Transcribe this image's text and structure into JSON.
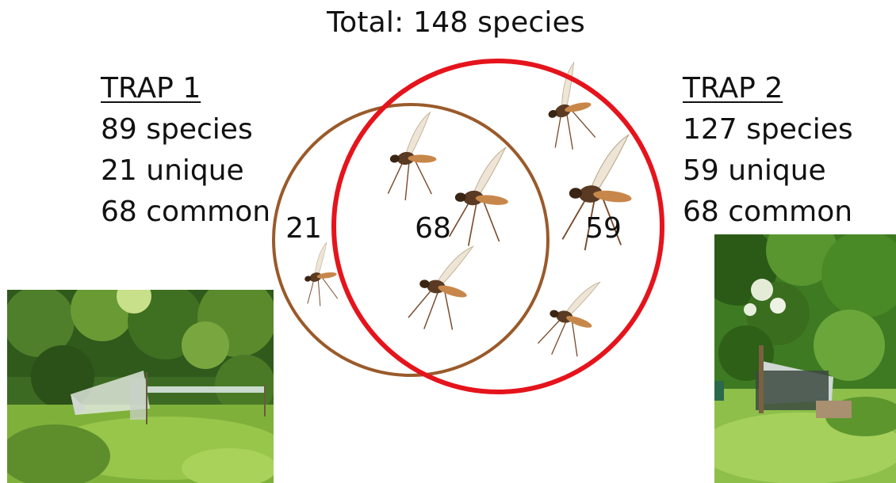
{
  "title": "Total: 148 species",
  "trap1": {
    "heading": "TRAP 1",
    "species": "89 species",
    "unique": "21 unique",
    "common": "68 common"
  },
  "trap2": {
    "heading": "TRAP 2",
    "species": "127 species",
    "unique": "59 unique",
    "common": "68 common"
  },
  "venn": {
    "only_trap1": "21",
    "shared": "68",
    "only_trap2": "59",
    "trap1_color": "#9a5a2a",
    "trap2_color": "#e5141c"
  }
}
